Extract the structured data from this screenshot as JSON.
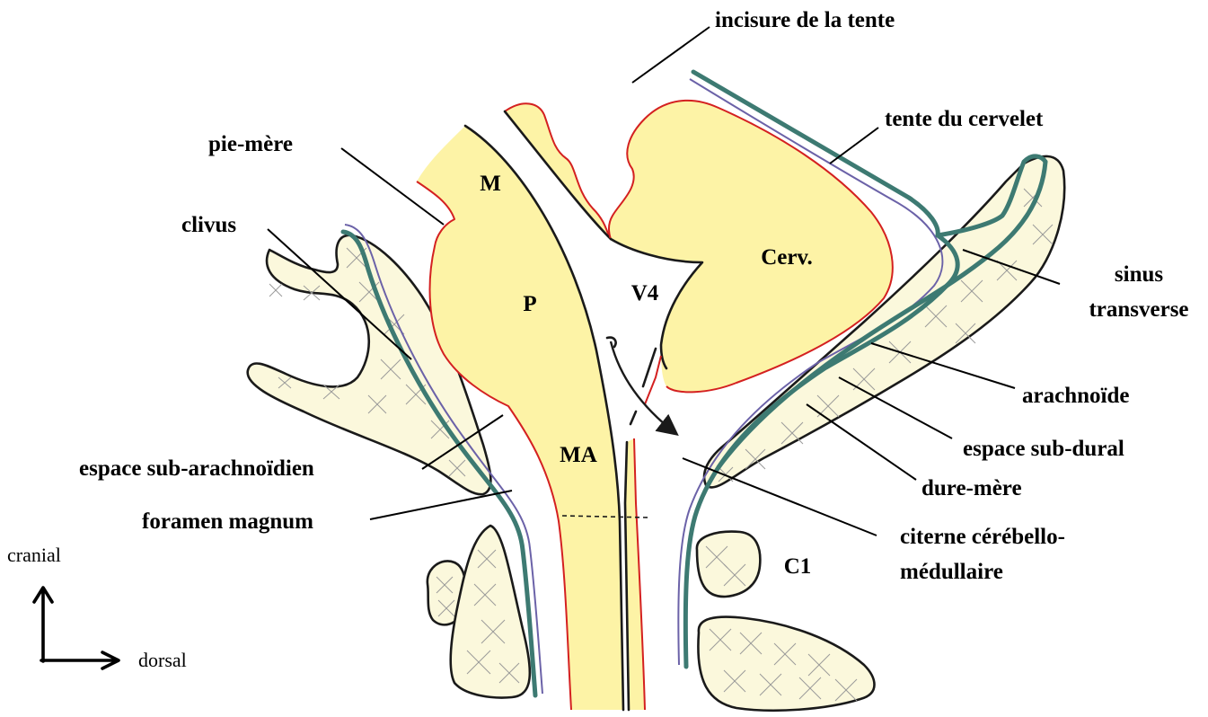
{
  "colors": {
    "bone_fill": "#fbf8dc",
    "neural_fill": "#fdf3a6",
    "pia_mater": "#d42020",
    "dura_mater": "#3d7a72",
    "arachnoid": "#6b62a8",
    "outline": "#1a1a1a"
  },
  "structures": {
    "midbrain": "M",
    "pons": "P",
    "medulla": "MA",
    "fourth_ventricle": "V4",
    "cerebellum": "Cerv.",
    "atlas": "C1"
  },
  "labels": {
    "tentorial_notch": "incisure de la tente",
    "tentorium": "tente du cervelet",
    "pia_mater": "pie-mère",
    "clivus": "clivus",
    "transverse_sinus_line1": "sinus",
    "transverse_sinus_line2": "transverse",
    "arachnoid": "arachnoïde",
    "subdural_space": "espace sub-dural",
    "dura_mater": "dure-mère",
    "subarachnoid_space": "espace sub-arachnoïdien",
    "foramen_magnum": "foramen magnum",
    "cisterna_line1": "citerne cérébello-",
    "cisterna_line2": "médullaire"
  },
  "orientation": {
    "vertical": "cranial",
    "horizontal": "dorsal"
  }
}
